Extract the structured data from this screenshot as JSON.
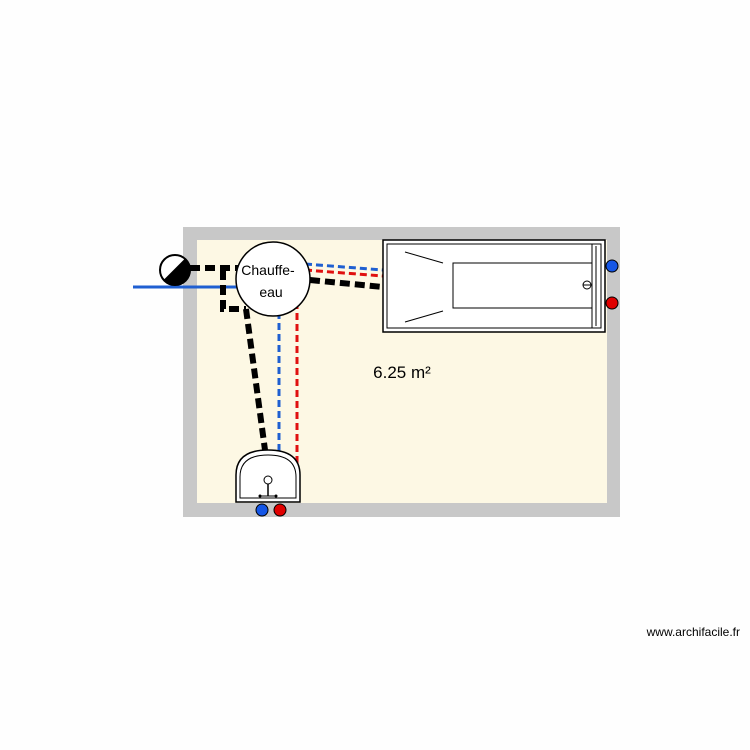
{
  "room": {
    "area_label": "6.25 m²"
  },
  "heater": {
    "label_line1": "Chauffe-",
    "label_line2": "eau"
  },
  "footer": {
    "watermark": "www.archifacile.fr"
  },
  "colors": {
    "wall": "#c8c8c8",
    "floor": "#fdf8e4",
    "cold_water": "#1f5fd1",
    "hot_water": "#e01010",
    "drain": "#000000",
    "cold_tap": "#1556e6",
    "hot_tap": "#e00000"
  },
  "icons": {
    "meter": "water-meter-icon",
    "heater": "water-heater-icon",
    "bathtub": "bathtub-icon",
    "sink": "sink-icon"
  }
}
